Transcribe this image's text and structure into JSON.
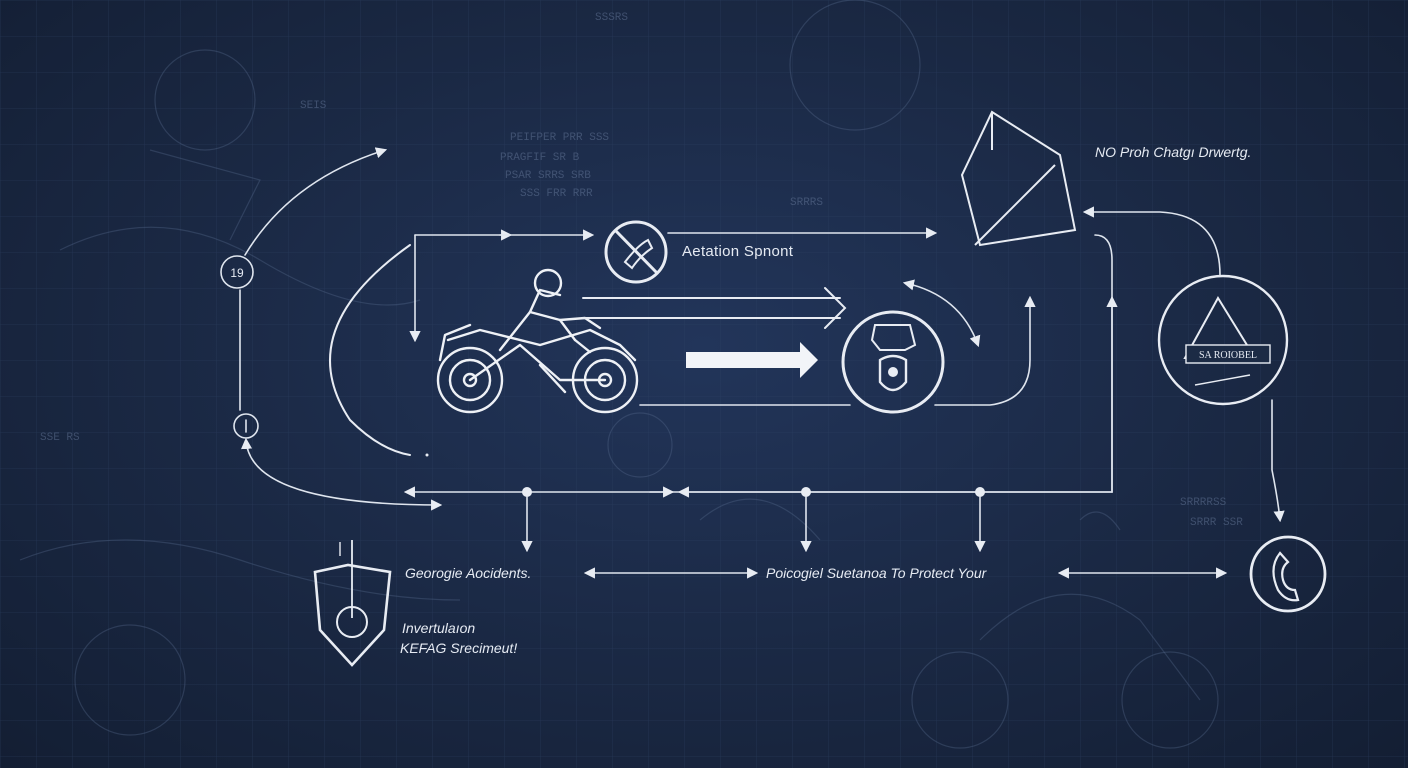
{
  "labels": {
    "aviation_sponsor": "Aetation Spnont",
    "no_prohibited": "NO Proh Chatgı Drwertg.",
    "georgie_accidents": "Georogie Aocidents.",
    "protect_your": "Poicogiel Suetanoa To Protect Your",
    "investigation_line1": "Invertulaıon",
    "investigation_line2": "KEFAG Srecimeut!"
  },
  "nodes": {
    "left_top_number": "19",
    "triangle_badge": "SA ROIOBEL"
  },
  "icons": [
    "motorcyclist-icon",
    "no-phone-icon",
    "helmet-shield-icon",
    "diamond-kite-icon",
    "warning-triangle-icon",
    "phone-call-icon",
    "shield-icon"
  ],
  "colors": {
    "background": "#1c2b45",
    "line": "#e8ecf3"
  }
}
